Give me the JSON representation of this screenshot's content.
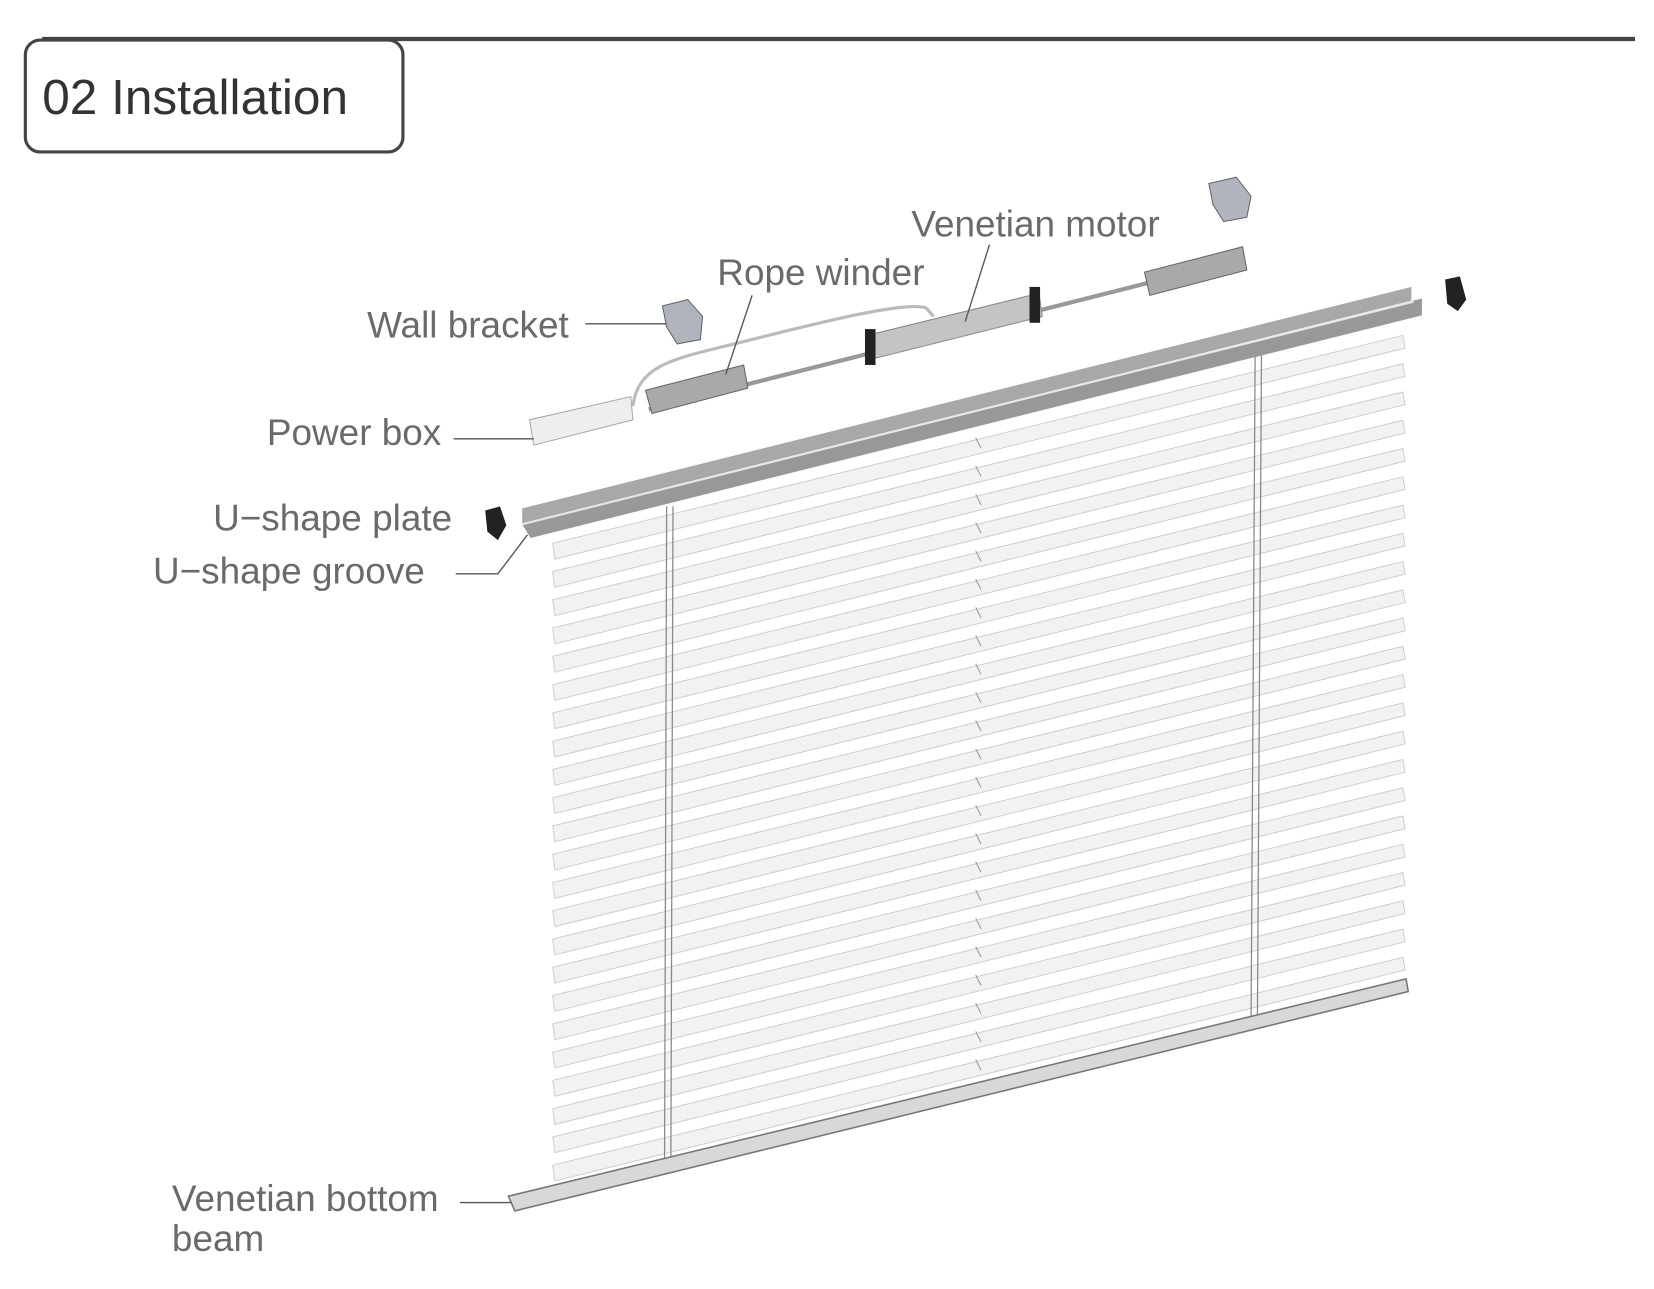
{
  "section": {
    "title": "02 Installation"
  },
  "labels": {
    "venetian_motor": "Venetian motor",
    "rope_winder": "Rope winder",
    "wall_bracket": "Wall bracket",
    "power_box": "Power box",
    "u_shape_plate": "U−shape plate",
    "u_shape_groove": "U−shape groove",
    "bottom_beam_line1": "Venetian bottom",
    "bottom_beam_line2": "beam"
  },
  "colors": {
    "frame": "#444444",
    "label": "#6a6a6a",
    "headrail": "#a0a0a0",
    "slat": "#f2f2f2"
  }
}
